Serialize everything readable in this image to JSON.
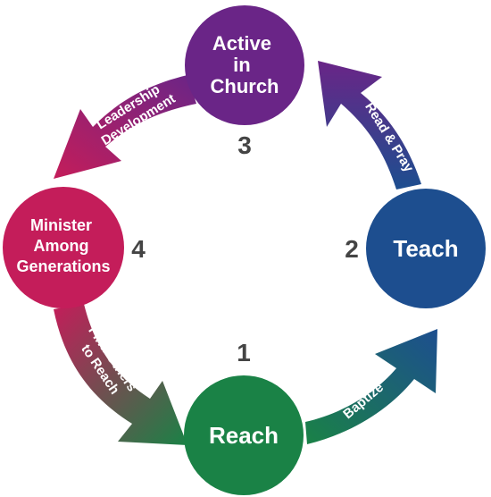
{
  "nodes": [
    {
      "id": "reach",
      "lines": [
        "Reach"
      ],
      "color": "#1a8246",
      "number": "1"
    },
    {
      "id": "teach",
      "lines": [
        "Teach"
      ],
      "color": "#1d4e8f",
      "number": "2"
    },
    {
      "id": "active",
      "lines": [
        "Active",
        "in",
        "Church"
      ],
      "color": "#6a2587",
      "number": "3"
    },
    {
      "id": "minister",
      "lines": [
        "Minister",
        "Among",
        "Generations"
      ],
      "color": "#c41d5a",
      "number": "4"
    }
  ],
  "arrows": [
    {
      "id": "baptize",
      "lines": [
        "Baptize"
      ],
      "from_color": "#1a8246",
      "to_color": "#1d4e8f"
    },
    {
      "id": "read-pray",
      "lines": [
        "Read & Pray"
      ],
      "from_color": "#1d4e8f",
      "to_color": "#6a2587"
    },
    {
      "id": "leadership",
      "lines": [
        "Leadership",
        "Development"
      ],
      "from_color": "#6a2587",
      "to_color": "#c41d5a"
    },
    {
      "id": "find-others",
      "lines": [
        "Find Others",
        "to Reach"
      ],
      "from_color": "#c41d5a",
      "to_color": "#1a8246"
    }
  ]
}
